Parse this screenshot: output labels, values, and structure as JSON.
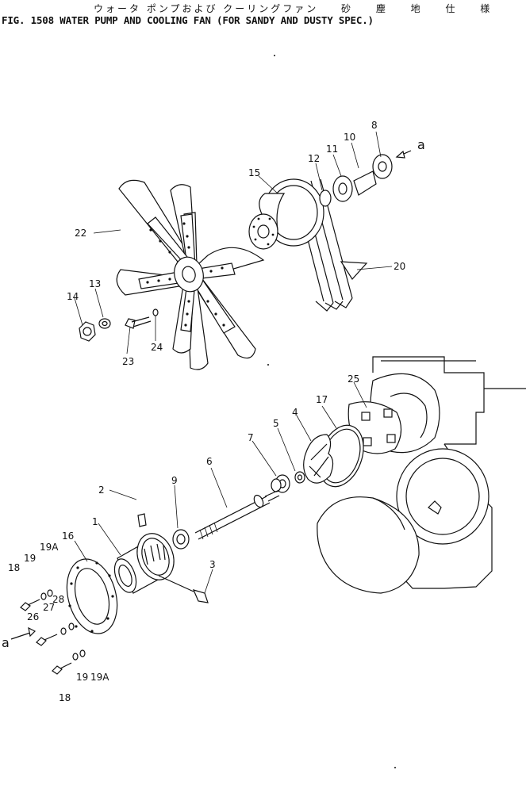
{
  "header": {
    "jp_title": "ウォータ ポンプおよび クーリングファン",
    "jp_spec": "砂 塵 地 仕 様",
    "en_title": "FIG. 1508 WATER PUMP AND COOLING FAN (FOR SANDY AND DUSTY SPEC.)"
  },
  "callouts": {
    "c1": "1",
    "c2": "2",
    "c3": "3",
    "c4": "4",
    "c5": "5",
    "c6": "6",
    "c7": "7",
    "c8": "8",
    "c9": "9",
    "c10": "10",
    "c11": "11",
    "c12": "12",
    "c13": "13",
    "c14": "14",
    "c15": "15",
    "c16": "16",
    "c17": "17",
    "c18a": "18",
    "c18b": "18",
    "c19a": "19",
    "c19b": "19",
    "c19Aa": "19A",
    "c19Ab": "19A",
    "c20": "20",
    "c22": "22",
    "c23": "23",
    "c24": "24",
    "c25": "25",
    "c26": "26",
    "c27": "27",
    "c28": "28"
  },
  "arrows": {
    "a_top": "a",
    "a_bottom": "a"
  }
}
